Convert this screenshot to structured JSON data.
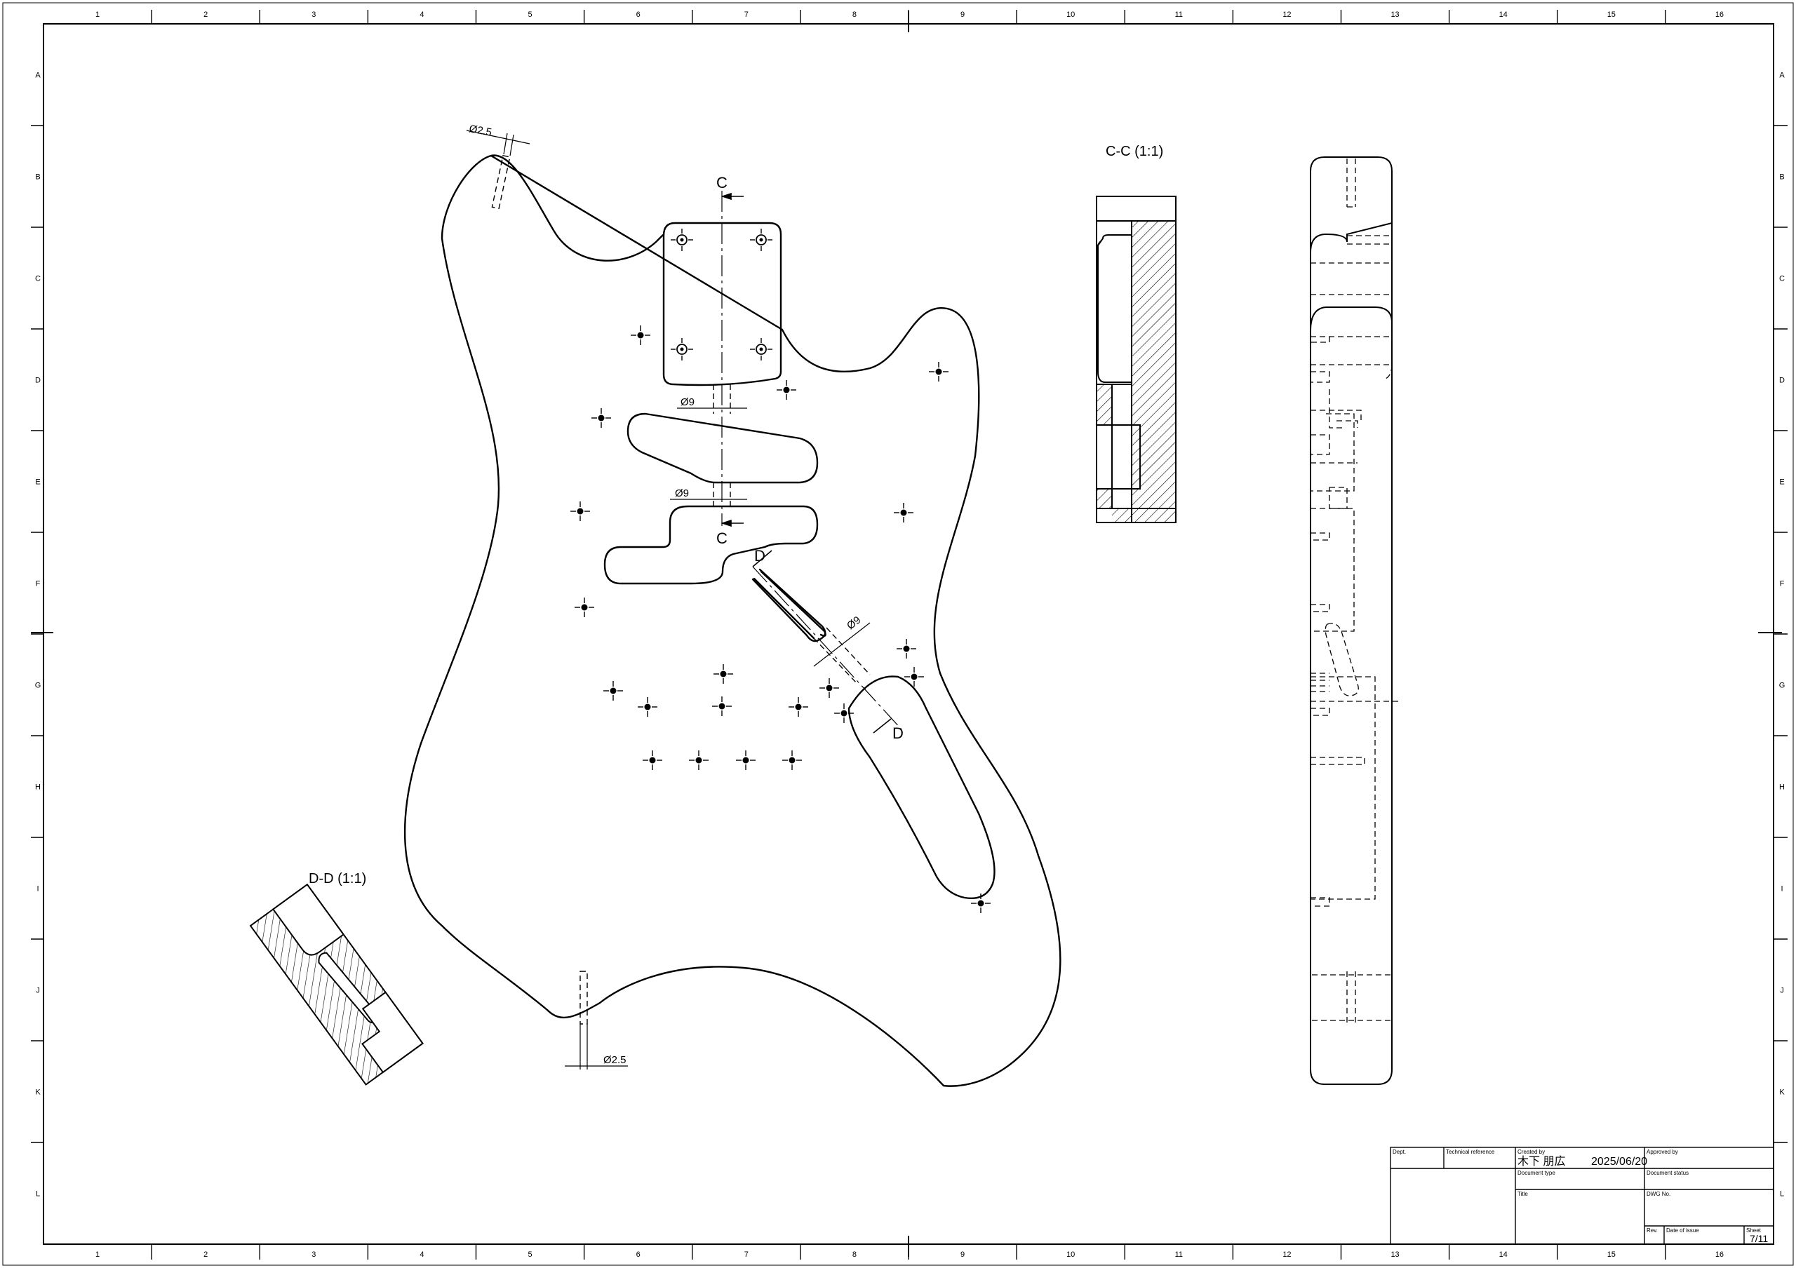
{
  "sheet": {
    "columns": [
      "1",
      "2",
      "3",
      "4",
      "5",
      "6",
      "7",
      "8",
      "9",
      "10",
      "11",
      "12",
      "13",
      "14",
      "15",
      "16"
    ],
    "rows": [
      "A",
      "B",
      "C",
      "D",
      "E",
      "F",
      "G",
      "H",
      "I",
      "J",
      "K",
      "L"
    ]
  },
  "dimensions": {
    "hole_top": "Ø2.5",
    "hole_bottom": "Ø2.5",
    "channel_upper": "Ø9",
    "channel_lower": "Ø9",
    "channel_diag": "Ø9"
  },
  "section_marks": {
    "c_top": "C",
    "c_bottom": "C",
    "d_top": "D",
    "d_bottom": "D"
  },
  "views": {
    "section_cc": "C-C (1:1)",
    "section_dd": "D-D (1:1)"
  },
  "title_block": {
    "dept_label": "Dept.",
    "tech_ref_label": "Technical reference",
    "created_by_label": "Created by",
    "created_by": "木下 朋広",
    "date": "2025/06/20",
    "approved_by_label": "Approved by",
    "doc_type_label": "Document type",
    "doc_status_label": "Document status",
    "title_label": "Title",
    "dwg_no_label": "DWG No.",
    "rev_label": "Rev.",
    "date_of_issue_label": "Date of issue",
    "sheet_label": "Sheet",
    "sheet_value": "7/11"
  }
}
